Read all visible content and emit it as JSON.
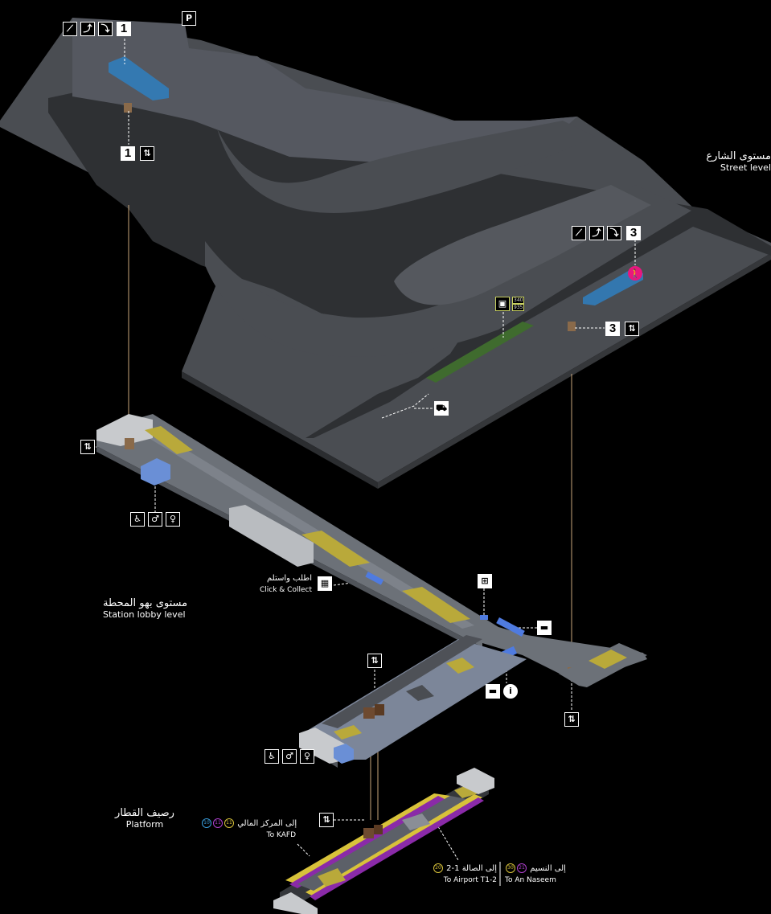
{
  "levels": {
    "street": {
      "ar": "مستوى الشارع",
      "en": "Street level"
    },
    "lobby": {
      "ar": "مستوى بهو المحطة",
      "en": "Station lobby level"
    },
    "platform": {
      "ar": "رصيف القطار",
      "en": "Platform"
    }
  },
  "entrances": {
    "entrance_1": "1",
    "entrance_3": "3",
    "parking": "P"
  },
  "bus_routes": [
    "340",
    "935"
  ],
  "click_collect": {
    "ar": "اطلب واستلم",
    "en": "Click & Collect"
  },
  "destinations": {
    "kafd": {
      "ar": "إلى المركز المالي",
      "en": "To KAFD",
      "lines": [
        "10",
        "11",
        "11"
      ]
    },
    "airport": {
      "ar": "إلى الصالة 1-2",
      "en": "To Airport T1-2",
      "lines": [
        "20"
      ]
    },
    "naseem": {
      "ar": "إلى النسيم",
      "en": "To An Naseem",
      "lines": [
        "30",
        "21"
      ]
    }
  },
  "icons": {
    "stairs": "stairs-icon",
    "escalator_up": "escalator-up-icon",
    "escalator_down": "escalator-down-icon",
    "elevator": "elevator-icon",
    "wheelchair_toilet": "wheelchair-icon",
    "male_toilet": "male-toilet-icon",
    "female_toilet": "female-toilet-icon",
    "bus_stop": "bus-icon",
    "taxi": "taxi-icon",
    "ticket": "ticket-icon",
    "info": "info-icon",
    "pedestrian": "pedestrian-icon"
  },
  "colors": {
    "background": "#000000",
    "street_surface": "#4a4d52",
    "road": "#2e3033",
    "glass_canopy": "#2f7fbf",
    "platform_yellow": "#d8c23a",
    "platform_purple": "#8a2aa8",
    "pedestrian_marker": "#e8177f",
    "green_strip": "#3f6b2e"
  }
}
